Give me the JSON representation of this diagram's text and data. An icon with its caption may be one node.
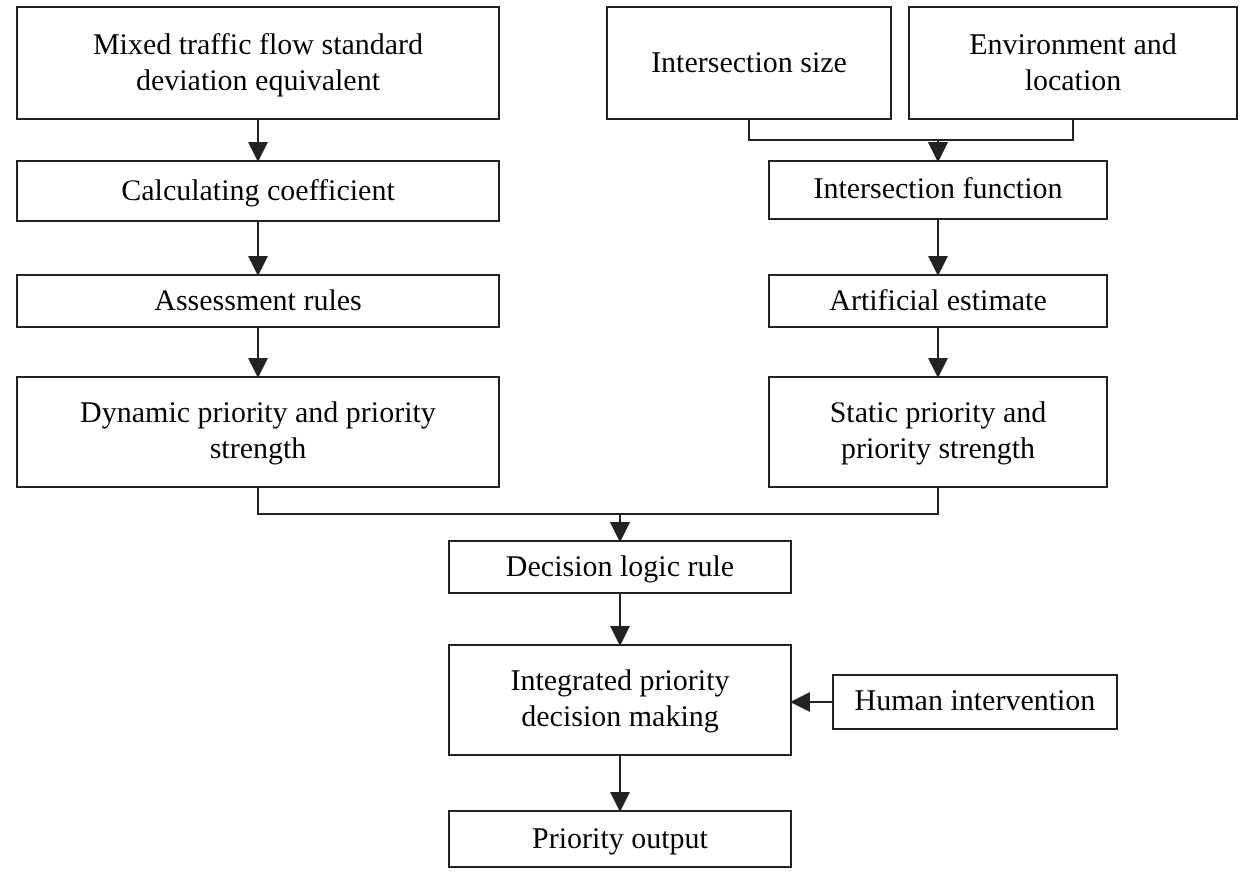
{
  "diagram": {
    "nodes": [
      {
        "text": [
          "Mixed traffic flow standard deviation equivalent"
        ]
      },
      {
        "text": [
          "Calculating coefficient"
        ]
      },
      {
        "text": [
          "Assessment rules"
        ]
      },
      {
        "text": [
          "Dynamic priority and priority strength"
        ]
      },
      {
        "text": [
          "Intersection size"
        ]
      },
      {
        "text": [
          "Environment and location"
        ]
      },
      {
        "text": [
          "Intersection function"
        ]
      },
      {
        "text": [
          "Artificial estimate"
        ]
      },
      {
        "text": [
          "Static priority and priority strength"
        ]
      },
      {
        "text": [
          "Decision logic rule"
        ]
      },
      {
        "text": [
          "Integrated priority decision making"
        ]
      },
      {
        "text": [
          "Human intervention"
        ]
      },
      {
        "text": [
          "Priority output"
        ]
      }
    ],
    "edges": [
      {
        "from": 0,
        "to": 1,
        "arrow": "to"
      },
      {
        "from": 1,
        "to": 2,
        "arrow": "to"
      },
      {
        "from": 2,
        "to": 3,
        "arrow": "to"
      },
      {
        "from": 4,
        "to": 6,
        "arrow": "to"
      },
      {
        "from": 5,
        "to": 6,
        "arrow": "to"
      },
      {
        "from": 6,
        "to": 7,
        "arrow": "to"
      },
      {
        "from": 7,
        "to": 8,
        "arrow": "to"
      },
      {
        "from": 3,
        "to": 9,
        "arrow": "to"
      },
      {
        "from": 8,
        "to": 9,
        "arrow": "to"
      },
      {
        "from": 9,
        "to": 10,
        "arrow": "to"
      },
      {
        "from": 11,
        "to": 10,
        "arrow": "to"
      },
      {
        "from": 10,
        "to": 12,
        "arrow": "to"
      }
    ]
  }
}
